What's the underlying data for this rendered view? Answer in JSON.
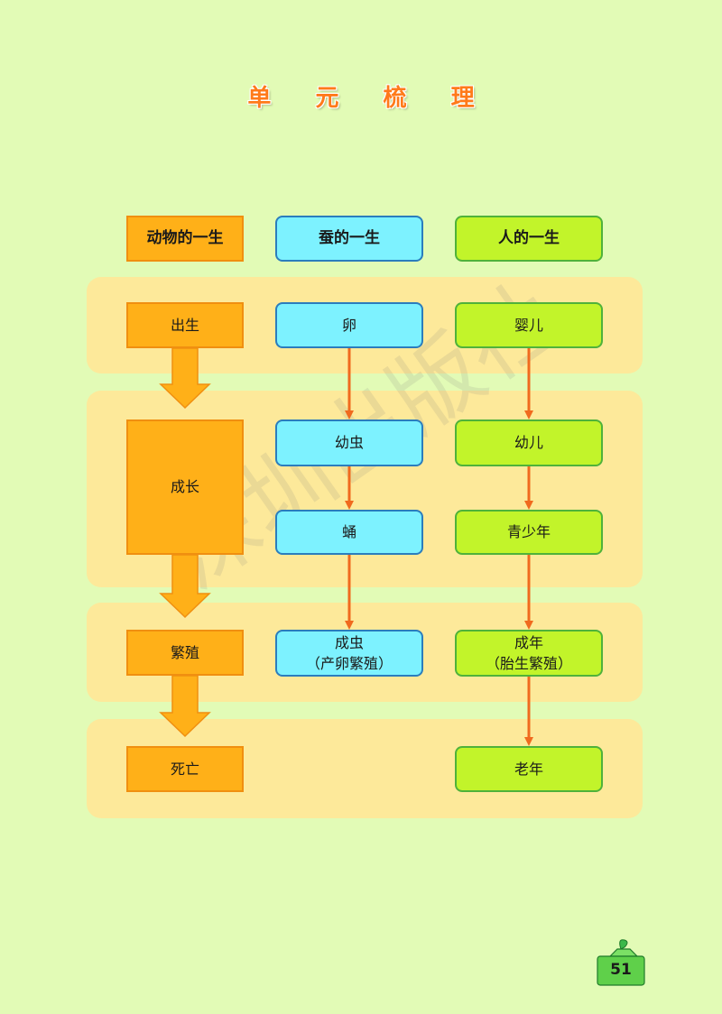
{
  "title": "单 元 梳 理",
  "headers": {
    "stage": "动物的一生",
    "silkworm": "蚕的一生",
    "human": "人的一生"
  },
  "stages": {
    "birth": "出生",
    "growth": "成长",
    "reproduction": "繁殖",
    "death": "死亡"
  },
  "silkworm": {
    "egg": "卵",
    "larva": "幼虫",
    "pupa": "蛹",
    "adult": "成虫",
    "adult_note": "（产卵繁殖）"
  },
  "human": {
    "baby": "婴儿",
    "child": "幼儿",
    "teen": "青少年",
    "adult": "成年",
    "adult_note": "（胎生繁殖）",
    "elder": "老年"
  },
  "watermark": "深圳出版社",
  "page_number": "51",
  "colors": {
    "background": "#e2fbb6",
    "band": "#fde99a",
    "orange_box": "#ffb018",
    "cyan_box": "#7df2ff",
    "lime_box": "#c2f42a",
    "arrow": "#f06a1e",
    "title": "#ff7a1a"
  }
}
